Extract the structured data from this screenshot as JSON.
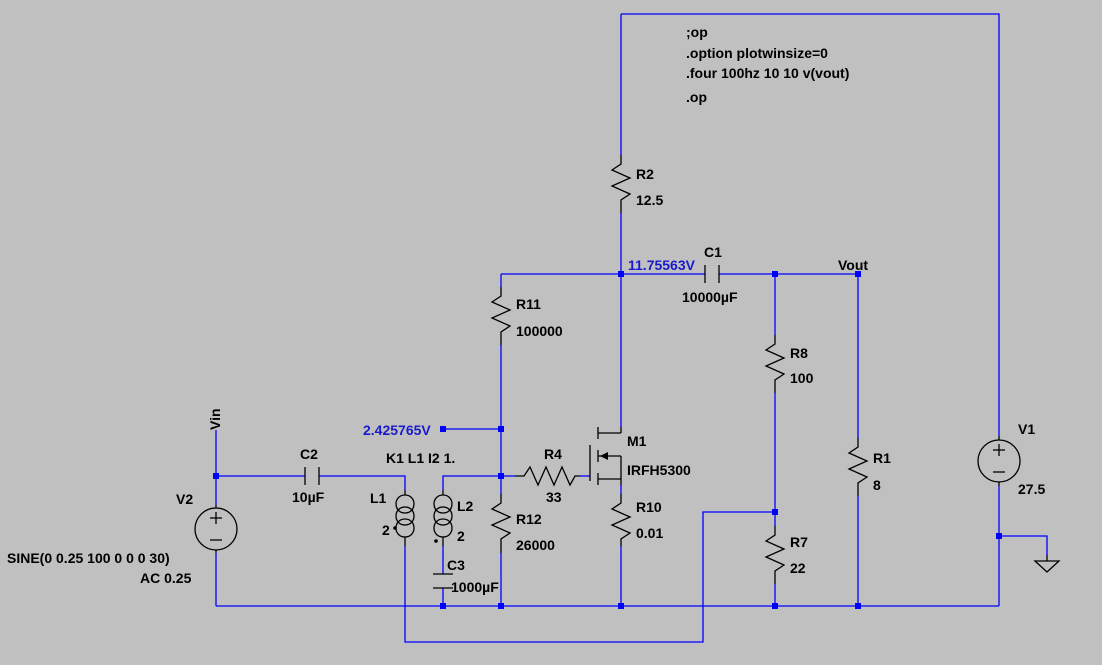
{
  "directives": [
    ";op",
    ".option plotwinsize=0",
    ".four 100hz 10 10 v(vout)",
    ".op"
  ],
  "voltages": {
    "drain_node": "11.75563V",
    "gate_node": "2.425765V"
  },
  "nets": {
    "vout": "Vout",
    "vin": "Vin"
  },
  "components": {
    "r2": {
      "name": "R2",
      "value": "12.5"
    },
    "r11": {
      "name": "R11",
      "value": "100000"
    },
    "r12": {
      "name": "R12",
      "value": "26000"
    },
    "r4": {
      "name": "R4",
      "value": "33"
    },
    "r10": {
      "name": "R10",
      "value": "0.01"
    },
    "r8": {
      "name": "R8",
      "value": "100"
    },
    "r7": {
      "name": "R7",
      "value": "22"
    },
    "r1": {
      "name": "R1",
      "value": "8"
    },
    "c1": {
      "name": "C1",
      "value": "10000µF"
    },
    "c2": {
      "name": "C2",
      "value": "10µF"
    },
    "c3": {
      "name": "C3",
      "value": "1000µF"
    },
    "l1": {
      "name": "L1",
      "value": "2"
    },
    "l2": {
      "name": "L2",
      "value": "2"
    },
    "k1": {
      "label": "K1 L1 I2 1."
    },
    "m1": {
      "name": "M1",
      "value": "IRFH5300"
    },
    "v1": {
      "name": "V1",
      "value": "27.5"
    },
    "v2": {
      "name": "V2",
      "value": "SINE(0 0.25 100 0 0 0 30)",
      "ac": "AC 0.25"
    }
  },
  "colors": {
    "background": "#c0c0c0",
    "wire": "#0000ff",
    "symbol": "#000000",
    "voltage_label": "#1a1acc"
  }
}
